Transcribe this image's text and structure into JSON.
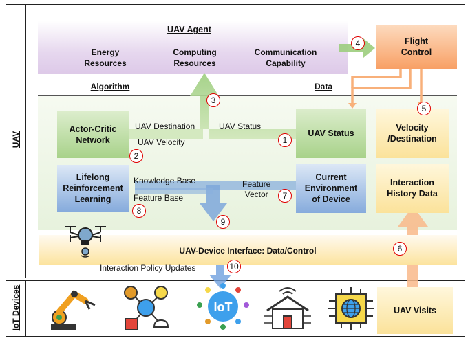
{
  "sections": {
    "uav": "UAV",
    "iot": "IoT Devices"
  },
  "agent": {
    "title": "UAV Agent",
    "energy": "Energy\nResources",
    "computing": "Computing\nResources",
    "communication": "Communication\nCapability"
  },
  "flight_control": "Flight\nControl",
  "headers": {
    "algorithm": "Algorithm",
    "data": "Data"
  },
  "boxes": {
    "actor_critic": "Actor-Critic\nNetwork",
    "lifelong": "Lifelong\nReinforcement\nLearning",
    "uav_status": "UAV Status",
    "current_env": "Current\nEnvironment\nof Device",
    "velocity": "Velocity\n/Destination",
    "interaction_history": "Interaction\nHistory Data",
    "interface": "UAV-Device Interface: Data/Control",
    "uav_visits": "UAV Visits"
  },
  "arrow_labels": {
    "uav_destination": "UAV Destination",
    "uav_status": "UAV Status",
    "uav_velocity": "UAV Velocity",
    "knowledge_base": "Knowledge Base",
    "feature_base": "Feature Base",
    "feature_vector": "Feature\nVector",
    "interaction_policy": "Interaction Policy Updates"
  },
  "step_numbers": [
    "1",
    "2",
    "3",
    "4",
    "5",
    "6",
    "7",
    "8",
    "9",
    "10"
  ],
  "colors": {
    "agent_purple": "#e6d7ee",
    "green": "#b8d99c",
    "blue": "#8ab0de",
    "yellow": "#fce7a6",
    "orange": "#f9a062",
    "iot_blue": "#3ea0ec"
  }
}
